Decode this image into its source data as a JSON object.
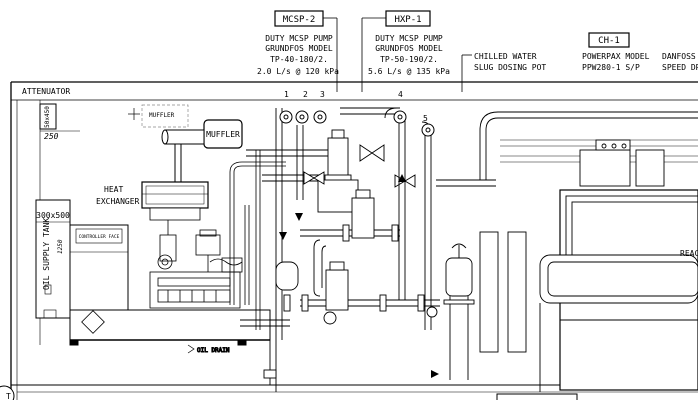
{
  "tags": {
    "mcsp2": "MCSP-2",
    "hxp1": "HXP-1",
    "ch1": "CH-1"
  },
  "notes": {
    "mcsp2": [
      "DUTY MCSP PUMP",
      "GRUNDFOS MODEL",
      "TP-40-180/2.",
      "2.0 L/s @ 120 kPa"
    ],
    "hxp1": [
      "DUTY MCSP PUMP",
      "GRUNDFOS MODEL",
      "TP-50-190/2.",
      "5.6 L/s @ 135 kPa"
    ],
    "chilled_water": [
      "CHILLED WATER",
      "SLUG DOSING POT"
    ],
    "ch1": [
      "POWERPAX MODEL",
      "PPW280-1 S/P"
    ],
    "danfoss": [
      "DANFOSS",
      "SPEED DR"
    ]
  },
  "labels": {
    "attenuator": "ATTENUATOR",
    "dim_top": "50x450",
    "dim_250": "250",
    "muffler_ghost": "MUFFLER",
    "muffler": "MUFFLER",
    "heat_exchanger": [
      "HEAT",
      "EXCHANGER"
    ],
    "tank_size": "300x500",
    "oil_tank": "OIL SUPPLY TANK",
    "tank_1250": "1250",
    "controller": "CONTROLLER FACE",
    "oil_drain": "OIL DRAIN",
    "chiller_edge": "REAC",
    "t_mark": "T"
  },
  "callouts": [
    "1",
    "2",
    "3",
    "4",
    "5"
  ],
  "colors": {
    "line": "#000000",
    "grey": "#7a7a7a",
    "light": "#b8b8b8"
  }
}
